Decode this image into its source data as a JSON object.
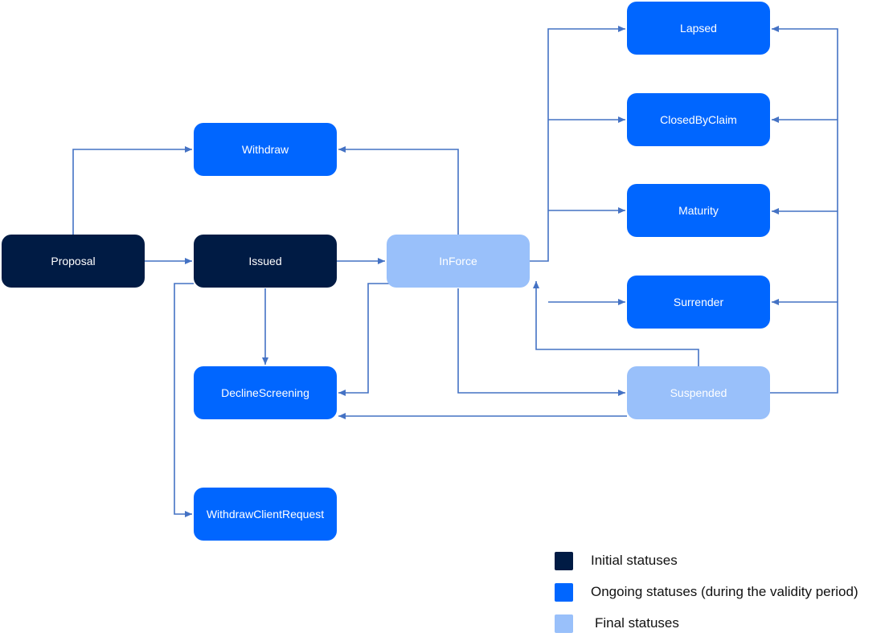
{
  "colors": {
    "initial": "#001b44",
    "ongoing": "#0066ff",
    "final": "#99c0fa",
    "connector": "#4472c4"
  },
  "nodes": {
    "proposal": {
      "label": "Proposal",
      "category": "initial"
    },
    "issued": {
      "label": "Issued",
      "category": "initial"
    },
    "withdraw": {
      "label": "Withdraw",
      "category": "ongoing"
    },
    "inforce": {
      "label": "InForce",
      "category": "final"
    },
    "decline_screening": {
      "label": "DeclineScreening",
      "category": "ongoing"
    },
    "withdraw_client_request": {
      "label": "WithdrawClientRequest",
      "category": "ongoing"
    },
    "lapsed": {
      "label": "Lapsed",
      "category": "ongoing"
    },
    "closed_by_claim": {
      "label": "ClosedByClaim",
      "category": "ongoing"
    },
    "maturity": {
      "label": "Maturity",
      "category": "ongoing"
    },
    "surrender": {
      "label": "Surrender",
      "category": "ongoing"
    },
    "suspended": {
      "label": "Suspended",
      "category": "final"
    }
  },
  "edges": [
    {
      "from": "proposal",
      "to": "withdraw"
    },
    {
      "from": "proposal",
      "to": "issued"
    },
    {
      "from": "issued",
      "to": "inforce"
    },
    {
      "from": "issued",
      "to": "decline_screening"
    },
    {
      "from": "issued",
      "to": "withdraw_client_request"
    },
    {
      "from": "inforce",
      "to": "withdraw"
    },
    {
      "from": "inforce",
      "to": "decline_screening"
    },
    {
      "from": "inforce",
      "to": "suspended"
    },
    {
      "from": "inforce",
      "to": "lapsed"
    },
    {
      "from": "inforce",
      "to": "closed_by_claim"
    },
    {
      "from": "inforce",
      "to": "maturity"
    },
    {
      "from": "inforce",
      "to": "surrender"
    },
    {
      "from": "suspended",
      "to": "inforce"
    },
    {
      "from": "suspended",
      "to": "decline_screening"
    },
    {
      "from": "suspended",
      "to": "lapsed"
    },
    {
      "from": "suspended",
      "to": "closed_by_claim"
    },
    {
      "from": "suspended",
      "to": "maturity"
    },
    {
      "from": "suspended",
      "to": "surrender"
    }
  ],
  "legend": [
    {
      "label": "Initial statuses",
      "category": "initial"
    },
    {
      "label": "Ongoing statuses (during the validity period)",
      "category": "ongoing"
    },
    {
      "label": "Final statuses",
      "category": "final"
    }
  ]
}
